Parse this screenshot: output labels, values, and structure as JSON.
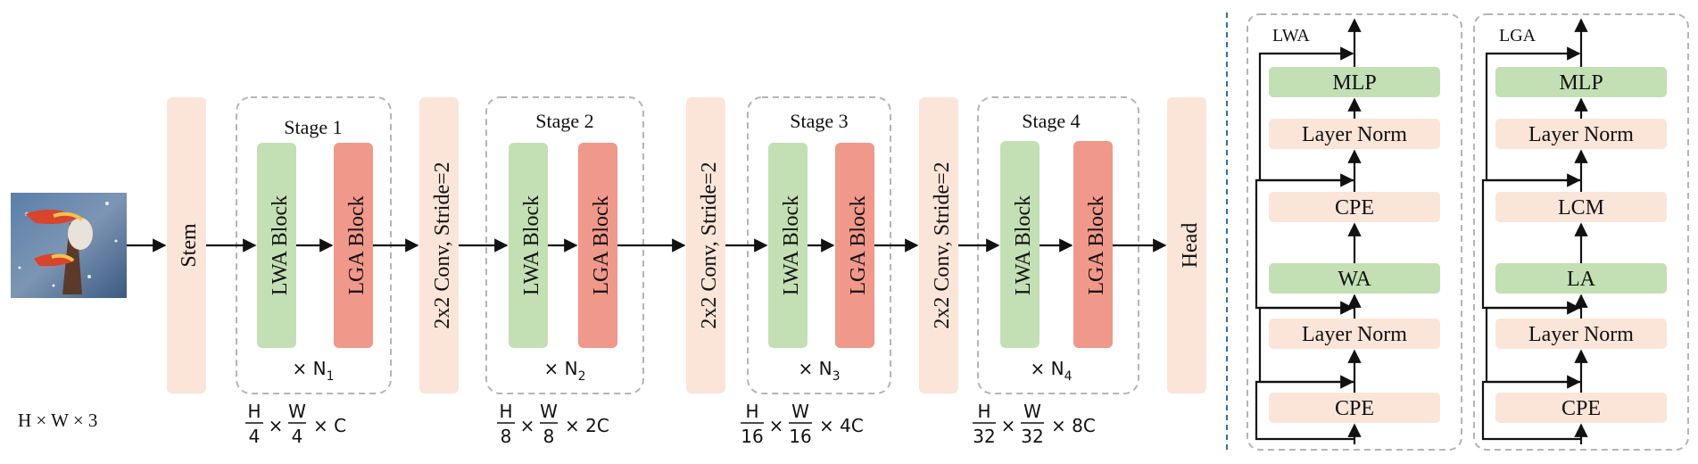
{
  "input": {
    "image_alt": "bird photo",
    "size_label": "H × W × 3"
  },
  "pipeline": {
    "stem_label": "Stem",
    "head_label": "Head",
    "downsample_label": "2x2 Conv, Stride=2",
    "lwa_block_label": "LWA Block",
    "lga_block_label": "LGA Block",
    "stages": [
      {
        "title": "Stage 1",
        "repeat": "× N",
        "repeat_sub": "1",
        "h_den": "4",
        "w_den": "4",
        "channels": "× C"
      },
      {
        "title": "Stage 2",
        "repeat": "× N",
        "repeat_sub": "2",
        "h_den": "8",
        "w_den": "8",
        "channels": "× 2C"
      },
      {
        "title": "Stage 3",
        "repeat": "× N",
        "repeat_sub": "3",
        "h_den": "16",
        "w_den": "16",
        "channels": "× 4C"
      },
      {
        "title": "Stage 4",
        "repeat": "× N",
        "repeat_sub": "4",
        "h_den": "32",
        "w_den": "32",
        "channels": "× 8C"
      }
    ],
    "shape_h": "H",
    "shape_w": "W",
    "shape_times": "×"
  },
  "lwa_detail": {
    "title": "LWA",
    "layers": [
      "MLP",
      "Layer Norm",
      "CPE",
      "WA",
      "Layer Norm",
      "CPE"
    ]
  },
  "lga_detail": {
    "title": "LGA",
    "layers": [
      "MLP",
      "Layer Norm",
      "LCM",
      "LA",
      "Layer Norm",
      "CPE"
    ]
  },
  "colors": {
    "peach": "#fbe5d8",
    "green": "#c3e0b4",
    "red": "#f0988a",
    "dashed_border": "#b5b5b5",
    "separator": "#2e6fa7",
    "arrow": "#111111"
  }
}
